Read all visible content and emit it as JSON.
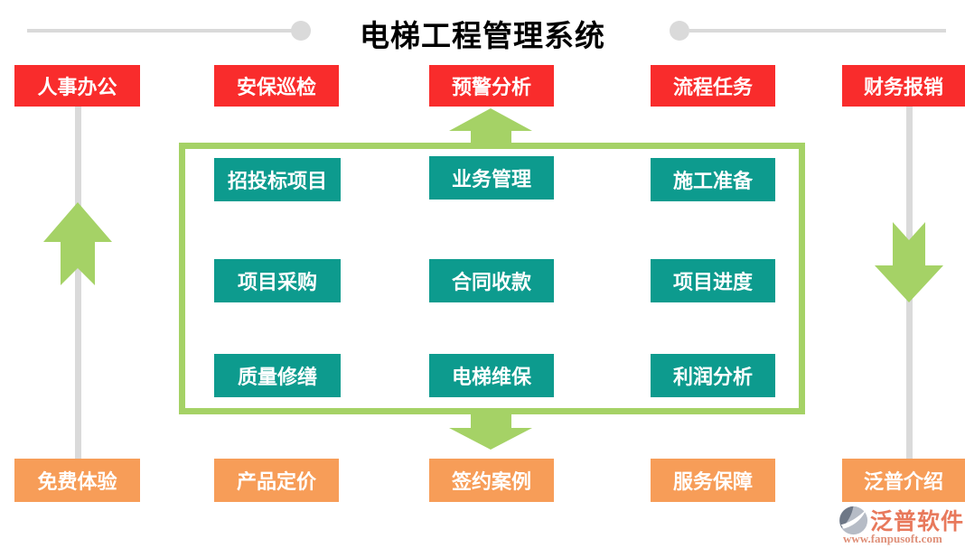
{
  "title": "电梯工程管理系统",
  "top_row": [
    {
      "label": "人事办公"
    },
    {
      "label": "安保巡检"
    },
    {
      "label": "预警分析"
    },
    {
      "label": "流程任务"
    },
    {
      "label": "财务报销"
    }
  ],
  "box_modules": [
    {
      "label": "招投标项目"
    },
    {
      "label": "业务管理"
    },
    {
      "label": "施工准备"
    },
    {
      "label": "项目采购"
    },
    {
      "label": "合同收款"
    },
    {
      "label": "项目进度"
    },
    {
      "label": "质量修缮"
    },
    {
      "label": "电梯维保"
    },
    {
      "label": "利润分析"
    }
  ],
  "bottom_row": [
    {
      "label": "免费体验"
    },
    {
      "label": "产品定价"
    },
    {
      "label": "签约案例"
    },
    {
      "label": "服务保障"
    },
    {
      "label": "泛普介绍"
    }
  ],
  "logo": {
    "name": "泛普软件",
    "url": "www.fanpusoft.com"
  },
  "icons": {
    "up_arrow": "up-arrow",
    "down_arrow": "down-arrow"
  },
  "colors": {
    "red": "#f92c2c",
    "teal": "#0d9b8e",
    "orange": "#f79d58",
    "green": "#a5d266",
    "gray": "#dadada",
    "logo-text": "#e8795c",
    "logo-url": "#df8f78",
    "title_text": "#000000",
    "button_text": "#ffffff"
  }
}
